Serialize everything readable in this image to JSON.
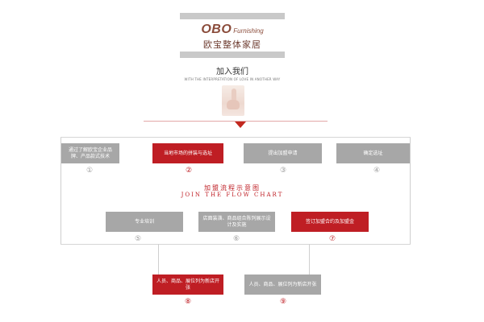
{
  "header": {
    "brand_en": "OBO",
    "brand_en_small": "Furnishing",
    "brand_cn": "欧宝整体家居",
    "title": "加入我们",
    "subtitle": "WITH THE INTERPRETATION OF LOVE IN ANOTHER WAY"
  },
  "flow": {
    "title_cn": "加盟流程示意图",
    "title_en": "JOIN THE FLOW CHART"
  },
  "steps": [
    {
      "label": "通过了解欧宝企业品牌、产品款式技术",
      "num": "①"
    },
    {
      "label": "当地市场的拼装与选址",
      "num": "②"
    },
    {
      "label": "提出加盟申请",
      "num": "③"
    },
    {
      "label": "确定选址",
      "num": "④"
    },
    {
      "label": "专业培训",
      "num": "⑤"
    },
    {
      "label": "店面装潢、商品组合陈列展示设计及实施",
      "num": "⑥"
    },
    {
      "label": "签订加盟合约及加盟金",
      "num": "⑦"
    },
    {
      "label": "人员、商品、展位列为新店开张",
      "num": "⑧"
    },
    {
      "label": "人员、商品、展位列为新店开张",
      "num": "⑨"
    }
  ],
  "colors": {
    "accent": "#bf1e24",
    "gray_box": "#a7a7a7",
    "brand": "#8a4b3a"
  }
}
